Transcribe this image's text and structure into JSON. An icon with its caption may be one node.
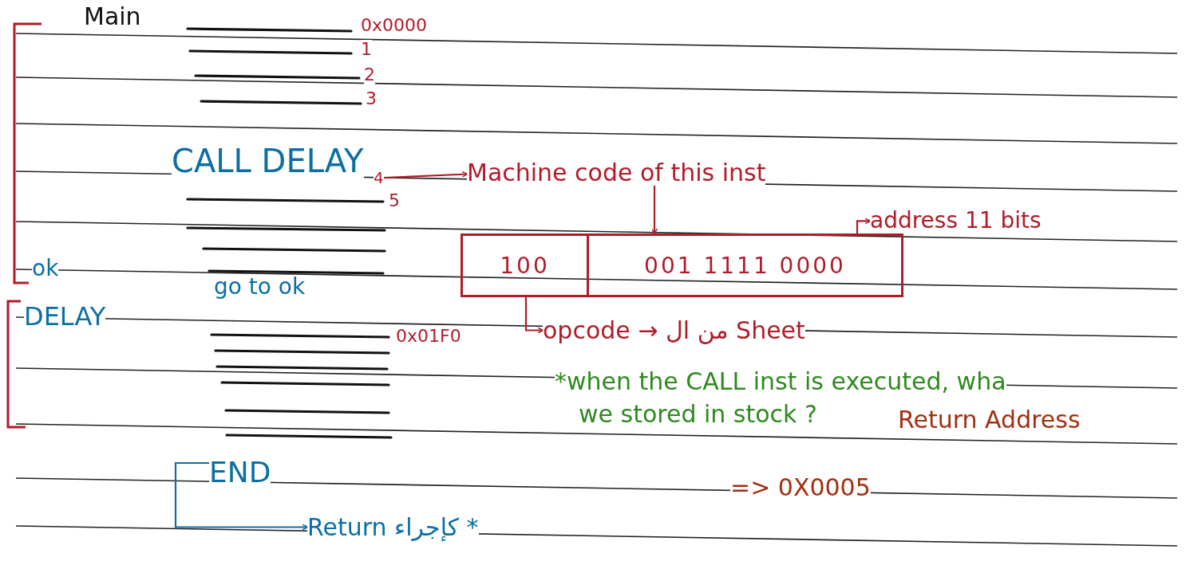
{
  "diagram": {
    "nodes": [
      {
        "text": [
          "4"
        ]
      },
      {
        "text": [
          "Machine code of this inst"
        ]
      },
      {
        "text": [
          "100",
          "001 1111 0000"
        ]
      },
      {
        "text": [
          "address 11 bits"
        ]
      },
      {
        "text": [
          "opcode → من ال Sheet"
        ]
      },
      {
        "text": [
          "END"
        ]
      },
      {
        "text": [
          "Return كإجراء *"
        ]
      }
    ],
    "edges": [
      {
        "from": 0,
        "to": 1,
        "arrow": "to"
      },
      {
        "from": 1,
        "to": 2,
        "arrow": "to"
      },
      {
        "from": 2,
        "to": 3,
        "arrow": "to"
      },
      {
        "from": 2,
        "to": 4,
        "arrow": "to"
      },
      {
        "from": 5,
        "to": 6,
        "arrow": "to",
        "color": "#0b6fa4"
      }
    ],
    "labels": [
      "Main",
      "0x0000",
      "1",
      "2",
      "3",
      "CALL DELAY",
      "5",
      "ok",
      "go to ok",
      "DELAY",
      "0x01F0",
      "*when the CALL inst is executed, wha",
      "we stored in stock ?",
      "Return Address",
      "=> 0X0005"
    ]
  }
}
